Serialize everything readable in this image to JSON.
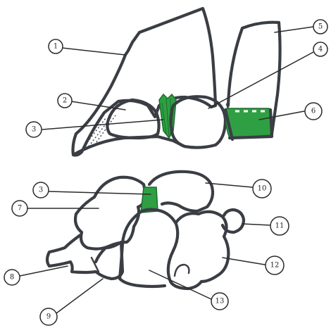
{
  "colors": {
    "outline": "#3a3e44",
    "green_fill": "#2ea043",
    "green_stroke": "#1b6e2b",
    "background": "#ffffff"
  },
  "callouts": {
    "c1": "1",
    "c2": "2",
    "c3_top": "3",
    "c4": "4",
    "c5": "5",
    "c6": "6",
    "c3_bottom": "3",
    "c7": "7",
    "c8": "8",
    "c9": "9",
    "c10": "10",
    "c11": "11",
    "c12": "12",
    "c13": "13"
  }
}
